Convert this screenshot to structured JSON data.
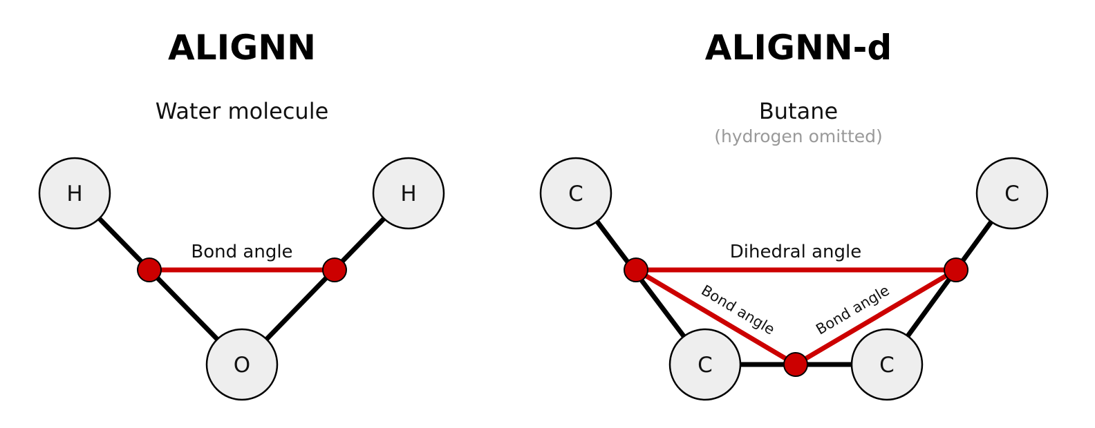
{
  "left_panel": {
    "title": "ALIGNN",
    "subtitle": "Water molecule",
    "atoms": [
      "H",
      "H",
      "O"
    ],
    "edge_label": "Bond angle"
  },
  "right_panel": {
    "title": "ALIGNN-d",
    "subtitle": "Butane",
    "note": "(hydrogen omitted)",
    "atoms": [
      "C",
      "C",
      "C",
      "C"
    ],
    "dihedral_label": "Dihedral angle",
    "bond_angle_left": "Bond angle",
    "bond_angle_right": "Bond angle"
  },
  "colors": {
    "angle_edge": "#cc0000",
    "atom_fill": "#eeeeee",
    "bond": "#000000",
    "note_text": "#999999"
  }
}
